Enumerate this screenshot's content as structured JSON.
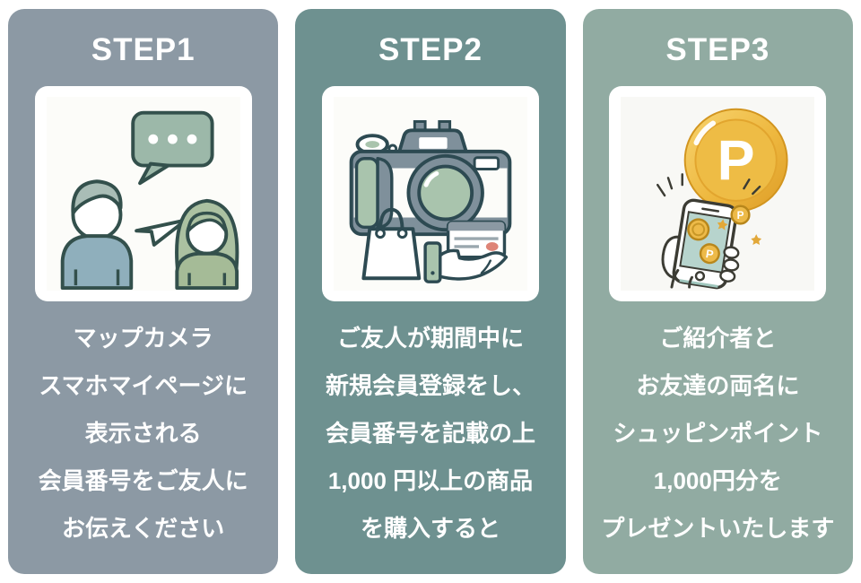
{
  "page": {
    "background": "#ffffff",
    "text_color": "#ffffff"
  },
  "steps": [
    {
      "title": "STEP1",
      "bg_color": "#8c99a4",
      "illustration": "two-people-chat-illustration",
      "lines": [
        "マップカメラ",
        "スマホマイページに",
        "表示される",
        "会員番号をご友人に",
        "お伝えください"
      ]
    },
    {
      "title": "STEP2",
      "bg_color": "#6e9190",
      "illustration": "camera-purchase-illustration",
      "lines": [
        "ご友人が期間中に",
        "新規会員登録をし、",
        "会員番号を記載の上",
        "1,000 円以上の商品",
        "を購入すると"
      ]
    },
    {
      "title": "STEP3",
      "bg_color": "#91aba2",
      "illustration": "point-coin-phone-illustration",
      "coin_letter": "P",
      "lines": [
        "ご紹介者と",
        "お友達の両名に",
        "シュッピンポイント",
        "1,000円分を",
        "プレゼントいたします"
      ]
    }
  ]
}
